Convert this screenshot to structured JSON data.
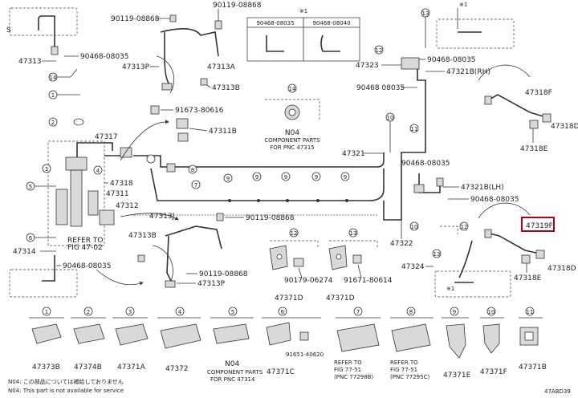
{
  "corner_mark": "S",
  "footer_code": "47ABD39",
  "table": {
    "header": "※1",
    "col1": "90468-08035",
    "col2": "90468-08040"
  },
  "labels": {
    "p90119_08868_top": "90119-08868",
    "p90119_08868_top2": "90119-08868",
    "p47313": "47313",
    "p90468_08035_a": "90468-08035",
    "p47313P_top": "47313P",
    "p47313A": "47313A",
    "p47313B_top": "47313B",
    "p91673_80616": "91673-80616",
    "p47311B": "47311B",
    "p47317": "47317",
    "p47318": "47318",
    "p47311": "47311",
    "p47312": "47312",
    "p47313J": "47313J",
    "p47313B_mid": "47313B",
    "p90119_08868_mid": "90119-08868",
    "refer_a1": "REFER TO",
    "refer_a2": "FIG 47-02",
    "p47314": "47314",
    "p90468_08035_b": "90468-08035",
    "p90119_08868_bot": "90119-08868",
    "p47313P_bot": "47313P",
    "n04_a": "N04",
    "comp_a1": "COMPONENT PARTS",
    "comp_a2": "FOR PNC 47315",
    "p47323": "47323",
    "p90468_08035_c": "90468-08035",
    "p47321B_rh": "47321B(RH)",
    "p90468_08035_d": "90468 08035",
    "p47318F": "47318F",
    "p47318D_top": "47318D",
    "p47318E_top": "47318E",
    "p47321": "47321",
    "p90468_08035_e": "90468-08035",
    "p47321B_lh": "47321B(LH)",
    "p90468_08035_f": "90468-08035",
    "p47319F": "47319F",
    "p47322": "47322",
    "p47324": "47324",
    "p47318D_bot": "47318D",
    "p47318E_bot": "47318E",
    "p90179_06274": "90179-06274",
    "p91671_80614": "91671-80614",
    "p47371D_a": "47371D",
    "p47371D_b": "47371D",
    "b_47373B": "47373B",
    "b_47374B": "47374B",
    "b_47371A": "47371A",
    "b_47372": "47372",
    "b_n04": "N04",
    "b_comp1": "COMPONENT PARTS",
    "b_comp2": "FOR PNC 47314",
    "b_47371C": "47371C",
    "b_91651_40620": "91651-40620",
    "b_refer_a1": "REFER TO",
    "b_refer_a2": "FIG 77-51",
    "b_refer_a3": "(PNC 77298B)",
    "b_refer_b1": "REFER TO",
    "b_refer_b2": "FIG 77-51",
    "b_refer_b3": "(PNC 77295C)",
    "b_47371E": "47371E",
    "b_47371F": "47371F",
    "b_47371B": "47371B",
    "note1": "N04: この部品については補給しておりません",
    "note2": "N04: This part is not available for service",
    "x1_mark": "※1"
  },
  "callouts": [
    "1",
    "2",
    "3",
    "4",
    "5",
    "6",
    "7",
    "8",
    "9",
    "10",
    "11",
    "12",
    "13",
    "14"
  ]
}
